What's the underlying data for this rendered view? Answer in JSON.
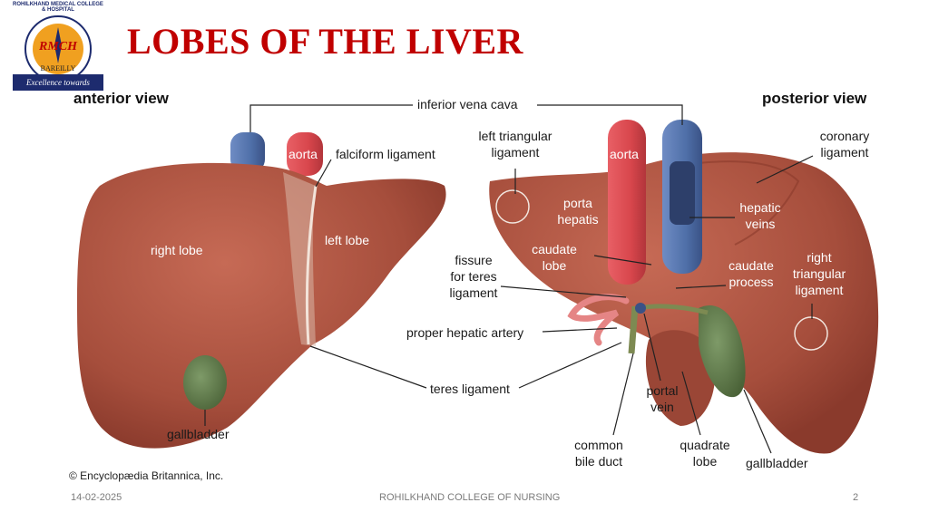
{
  "title": "LOBES OF THE LIVER",
  "logo": {
    "ring_text": "ROHILKHAND MEDICAL COLLEGE & HOSPITAL",
    "mark": "RMCH",
    "city": "BAREILLY",
    "tagline": "Excellence towards profession"
  },
  "views": {
    "anterior": "anterior view",
    "posterior": "posterior view"
  },
  "labels": {
    "ivc": "inferior vena cava",
    "aorta_left": "aorta",
    "aorta_right": "aorta",
    "falciform": "falciform ligament",
    "right_lobe": "right lobe",
    "left_lobe": "left lobe",
    "gallbladder_left": "gallbladder",
    "teres": "teres ligament",
    "left_triangular": "left triangular\nligament",
    "porta_hepatis": "porta\nhepatis",
    "caudate_lobe": "caudate\nlobe",
    "fissure": "fissure\nfor teres\nligament",
    "proper_hepatic": "proper hepatic artery",
    "coronary": "coronary\nligament",
    "hepatic_veins": "hepatic\nveins",
    "right_triangular": "right\ntriangular\nligament",
    "caudate_process": "caudate\nprocess",
    "portal_vein": "portal\nvein",
    "common_bile_duct": "common\nbile duct",
    "quadrate_lobe": "quadrate\nlobe",
    "gallbladder_right": "gallbladder"
  },
  "copyright": "© Encyclopædia Britannica, Inc.",
  "footer": {
    "date": "14-02-2025",
    "center": "ROHILKHAND COLLEGE OF NURSING",
    "page": "2"
  },
  "colors": {
    "title": "#c00000",
    "liver": "#a64e3c",
    "aorta": "#d8464c",
    "vein": "#4f6fa8",
    "gallbladder": "#5e7a4c"
  }
}
